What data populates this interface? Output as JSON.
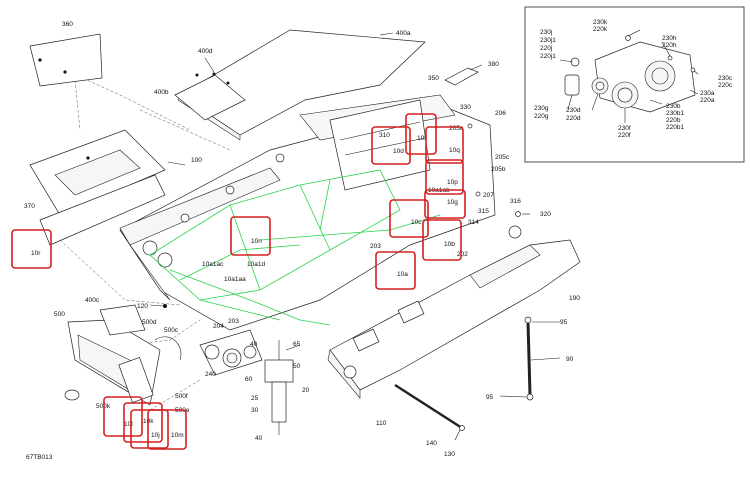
{
  "figure_code": "67TB013",
  "colors": {
    "highlight": "#d42020",
    "wire_frame": "#2ad24a",
    "ink": "#222222"
  },
  "callouts": [
    {
      "key": "c360",
      "text": "360"
    },
    {
      "key": "c400d",
      "text": "400d"
    },
    {
      "key": "c400a",
      "text": "400a"
    },
    {
      "key": "c400b",
      "text": "400b"
    },
    {
      "key": "c350",
      "text": "350"
    },
    {
      "key": "c380",
      "text": "380"
    },
    {
      "key": "c330",
      "text": "330"
    },
    {
      "key": "c206",
      "text": "206"
    },
    {
      "key": "c310",
      "text": "310"
    },
    {
      "key": "c10f",
      "text": "10f"
    },
    {
      "key": "c205a",
      "text": "205a"
    },
    {
      "key": "c10d",
      "text": "10d"
    },
    {
      "key": "c10q",
      "text": "10q"
    },
    {
      "key": "c205c",
      "text": "205c"
    },
    {
      "key": "c205b",
      "text": "205b"
    },
    {
      "key": "c10p",
      "text": "10p"
    },
    {
      "key": "c10a1ab",
      "text": "10a1ab"
    },
    {
      "key": "c207",
      "text": "207"
    },
    {
      "key": "c10g",
      "text": "10g"
    },
    {
      "key": "c316",
      "text": "316"
    },
    {
      "key": "c320",
      "text": "320"
    },
    {
      "key": "c315",
      "text": "315"
    },
    {
      "key": "c10c",
      "text": "10c"
    },
    {
      "key": "c314",
      "text": "314"
    },
    {
      "key": "c10b",
      "text": "10b"
    },
    {
      "key": "c202",
      "text": "202"
    },
    {
      "key": "c203a",
      "text": "203"
    },
    {
      "key": "c10a",
      "text": "10a"
    },
    {
      "key": "c190",
      "text": "190"
    },
    {
      "key": "c100",
      "text": "100"
    },
    {
      "key": "c370",
      "text": "370"
    },
    {
      "key": "c10r",
      "text": "10r"
    },
    {
      "key": "c10n",
      "text": "10n"
    },
    {
      "key": "c10a1ac",
      "text": "10a1ac"
    },
    {
      "key": "c10a1d",
      "text": "10a1d"
    },
    {
      "key": "c10a1aa",
      "text": "10a1aa"
    },
    {
      "key": "c120",
      "text": "120"
    },
    {
      "key": "c500",
      "text": "500"
    },
    {
      "key": "c400c",
      "text": "400c"
    },
    {
      "key": "c500d",
      "text": "500d"
    },
    {
      "key": "c500c",
      "text": "500c"
    },
    {
      "key": "c204",
      "text": "204"
    },
    {
      "key": "c203b",
      "text": "203"
    },
    {
      "key": "c40a",
      "text": "40"
    },
    {
      "key": "c65",
      "text": "65"
    },
    {
      "key": "c240",
      "text": "240"
    },
    {
      "key": "c60",
      "text": "60"
    },
    {
      "key": "c50",
      "text": "50"
    },
    {
      "key": "c20",
      "text": "20"
    },
    {
      "key": "c25",
      "text": "25"
    },
    {
      "key": "c30",
      "text": "30"
    },
    {
      "key": "c40b",
      "text": "40"
    },
    {
      "key": "c500f",
      "text": "500f"
    },
    {
      "key": "c500k",
      "text": "500k"
    },
    {
      "key": "c10l",
      "text": "10l"
    },
    {
      "key": "c10k",
      "text": "10k"
    },
    {
      "key": "c10j",
      "text": "10j"
    },
    {
      "key": "c10m",
      "text": "10m"
    },
    {
      "key": "c500e",
      "text": "500e"
    },
    {
      "key": "c95a",
      "text": "95"
    },
    {
      "key": "c90",
      "text": "90"
    },
    {
      "key": "c95b",
      "text": "95"
    },
    {
      "key": "c110",
      "text": "110"
    },
    {
      "key": "c140",
      "text": "140"
    },
    {
      "key": "c130",
      "text": "130"
    }
  ],
  "inset_callouts": [
    {
      "key": "i230j",
      "text": "230j"
    },
    {
      "key": "i230j1",
      "text": "230j1"
    },
    {
      "key": "i220j",
      "text": "220j"
    },
    {
      "key": "i220j1",
      "text": "220j1"
    },
    {
      "key": "i230k",
      "text": "230k"
    },
    {
      "key": "i220k",
      "text": "220k"
    },
    {
      "key": "i230h",
      "text": "230h"
    },
    {
      "key": "i220h",
      "text": "220h"
    },
    {
      "key": "i230c",
      "text": "230c"
    },
    {
      "key": "i220c",
      "text": "220c"
    },
    {
      "key": "i230a",
      "text": "230a"
    },
    {
      "key": "i220a",
      "text": "220a"
    },
    {
      "key": "i230g",
      "text": "230g"
    },
    {
      "key": "i220g",
      "text": "220g"
    },
    {
      "key": "i230d",
      "text": "230d"
    },
    {
      "key": "i220d",
      "text": "220d"
    },
    {
      "key": "i230b",
      "text": "230b"
    },
    {
      "key": "i230b1",
      "text": "230b1"
    },
    {
      "key": "i220b",
      "text": "220b"
    },
    {
      "key": "i220b1",
      "text": "220b1"
    },
    {
      "key": "i230f",
      "text": "230f"
    },
    {
      "key": "i220f",
      "text": "220f"
    }
  ],
  "highlighted_callouts": [
    "10r",
    "10n",
    "310",
    "10f",
    "10q",
    "10a1ab",
    "10p",
    "10g",
    "10c",
    "10b",
    "10a",
    "10l",
    "10k",
    "10j",
    "10m"
  ]
}
